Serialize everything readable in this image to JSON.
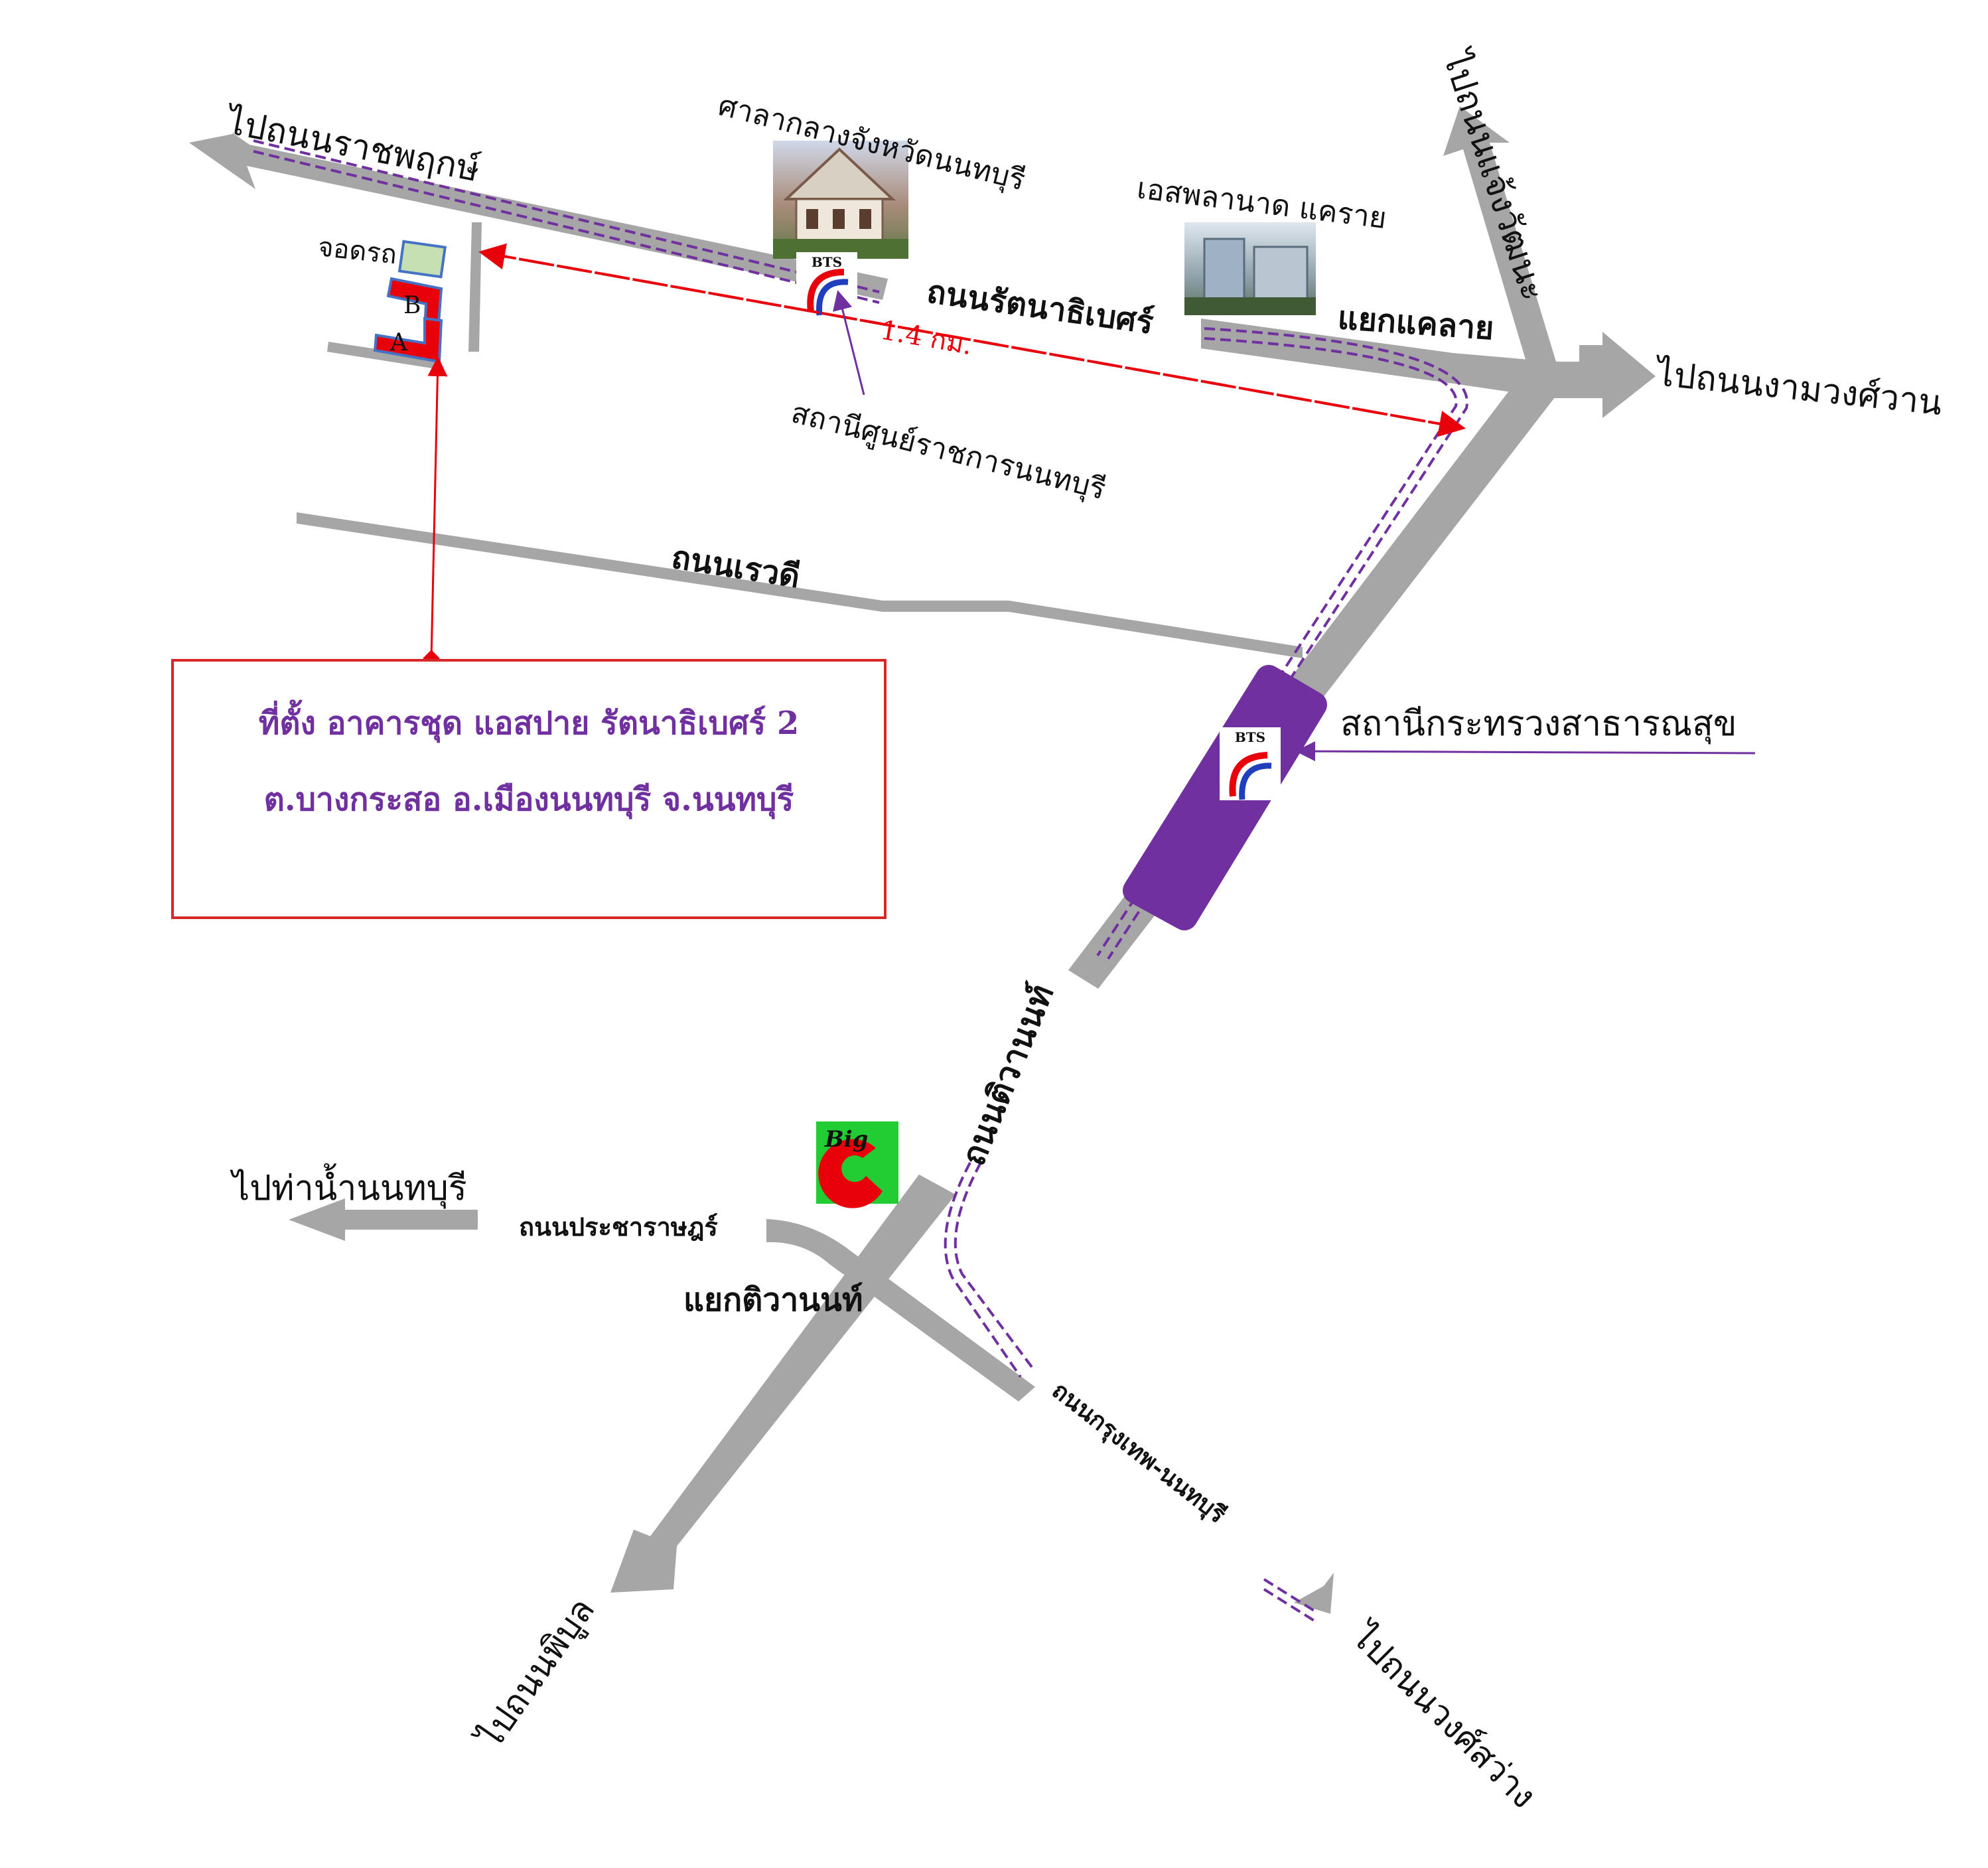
{
  "colors": {
    "road": "#a6a6a6",
    "rail": "#7030a0",
    "marker": "#e8000b",
    "box_border": "#d62828",
    "box_text": "#7030a0",
    "bigc_bg": "#22cc33",
    "bigc_c": "#e8000b",
    "bigc_text": "#ffe600"
  },
  "destinations": {
    "to_ratchaphruek": "ไปถนนราชพฤกษ์",
    "to_chaengwattana": "ไปถนนแจ้งวัฒนะ",
    "to_ngamwongwan": "ไปถนนงามวงศ์วาน",
    "to_tha_nam_nonthaburi": "ไปท่าน้ำนนทบุรี",
    "to_phibun": "ไปถนนพิบูล",
    "to_wongsawang": "ไปถนนวงศ์สว่าง"
  },
  "roads": {
    "rattanathibet": "ถนนรัตนาธิเบศร์",
    "rewadee": "ถนนเรวดี",
    "tiwanon": "ถนนติวานนท์",
    "pracharat": "ถนนประชาราษฎร์",
    "bangkok_nonthaburi": "ถนนกรุงเทพ-นนทบุรี"
  },
  "junctions": {
    "khae_rai": "แยกแคลาย",
    "tiwanon": "แยกติวานนท์"
  },
  "landmarks": {
    "city_hall": "ศาลากลางจังหวัดนนทบุรี",
    "esplanade": "เอสพลานาด แคราย",
    "bigc_logo": "Big"
  },
  "stations": {
    "civic_center": "สถานีศูนย์ราชการนนทบุรี",
    "ministry_public_health": "สถานีกระทรวงสาธารณสุข",
    "logo_text": "BTS"
  },
  "site": {
    "parking": "จอดรถ",
    "building_a": "A",
    "building_b": "B",
    "distance": "1.4 กม.",
    "location_line1": "ที่ตั้ง อาคารชุด แอสปาย รัตนาธิเบศร์ 2",
    "location_line2": "ต.บางกระสอ อ.เมืองนนทบุรี จ.นนทบุรี"
  }
}
